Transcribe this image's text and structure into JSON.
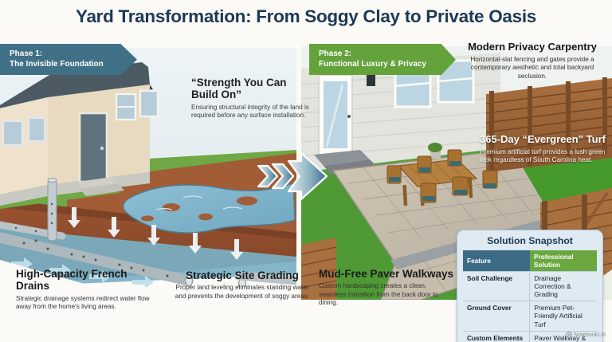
{
  "title": "Yard Transformation: From Soggy Clay to Private Oasis",
  "phases": [
    {
      "label": "Phase 1:",
      "sub": "The Invisible Foundation",
      "color": "#3f7086"
    },
    {
      "label": "Phase 2:",
      "sub": "Functional Luxury & Privacy",
      "color": "#64a23c"
    }
  ],
  "callouts": {
    "strength": {
      "heading": "“Strength You Can Build On”",
      "body": "Ensuring structural integrity of the land is required before any surface installation."
    },
    "modern": {
      "heading": "Modern Privacy Carpentry",
      "body": "Horizontal-slat fencing and gates provide a contemporary aesthetic and total backyard seclusion."
    },
    "turf": {
      "heading": "365-Day “Evergreen” Turf",
      "body": "Premium artificial turf provides a lush green look regardless of South Carolina heat."
    },
    "drains": {
      "heading": "High-Capacity French Drains",
      "body": "Strategic drainage systems redirect water flow away from the home's living areas."
    },
    "grading": {
      "heading": "Strategic Site Grading",
      "body": "Proper land leveling eliminates standing water and prevents the development of soggy areas."
    },
    "paver": {
      "heading": "Mud-Free Paver Walkways",
      "body": "Custom hardscaping creates a clean, seamless transition from the back door to dining."
    }
  },
  "snapshot": {
    "title": "Solution Snapshot",
    "headers": [
      "Feature",
      "Professional Solution"
    ],
    "rows": [
      {
        "feature": "Soil Challenge",
        "solution": "Drainage Correction & Grading"
      },
      {
        "feature": "Ground Cover",
        "solution": "Premium Pet-Friendly Artificial Turf"
      },
      {
        "feature": "Custom Elements",
        "solution": "Paver Walkway & Privacy Fencing"
      }
    ]
  },
  "watermark": "NotebookLM",
  "colors": {
    "title": "#1d3a55",
    "phase1": "#3f7086",
    "phase2": "#64a23c",
    "table_header_feature": "#3c6b86",
    "table_header_solution": "#6aa83f",
    "card_bg": "#dfeaf2",
    "background": "#fbfaf7"
  }
}
